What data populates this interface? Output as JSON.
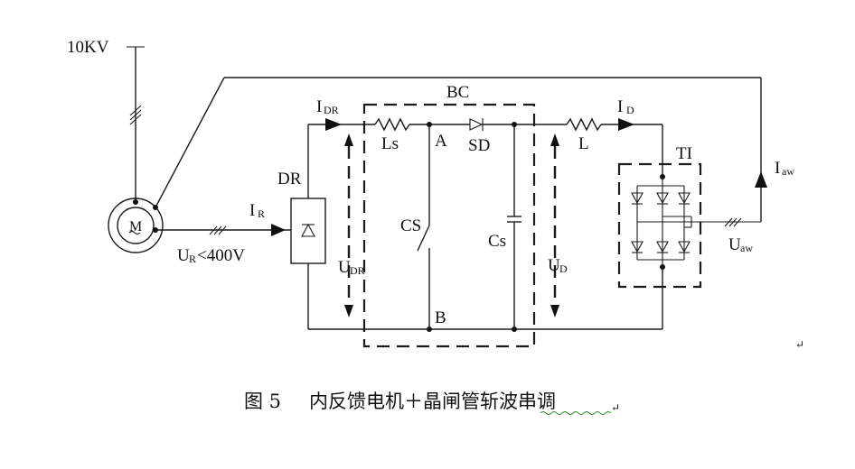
{
  "labels": {
    "grid_voltage": "10KV",
    "rotor_current": "I",
    "rotor_current_sub": "R",
    "rotor_voltage": "U",
    "rotor_voltage_sub": "R",
    "rotor_voltage_limit": "<400V",
    "rectifier": "DR",
    "dr_current": "I",
    "dr_current_sub": "DR",
    "dr_voltage": "U",
    "dr_voltage_sub": "DR",
    "chopper": "BC",
    "inductor_ls": "Ls",
    "node_a": "A",
    "node_b": "B",
    "diode_sd": "SD",
    "switch_cs": "CS",
    "capacitor_cs": "Cs",
    "dc_current": "I",
    "dc_current_sub": "D",
    "dc_voltage": "U",
    "dc_voltage_sub": "D",
    "inductor_l": "L",
    "inverter": "TI",
    "ac_current": "I",
    "ac_current_sub": "aw",
    "ac_voltage": "U",
    "ac_voltage_sub": "aw",
    "motor_symbol": "M"
  },
  "caption": {
    "figure_number": "图 5",
    "title": "内反馈电机＋晶闸管斩波串调"
  },
  "marks": {
    "return_mark": "↵"
  }
}
